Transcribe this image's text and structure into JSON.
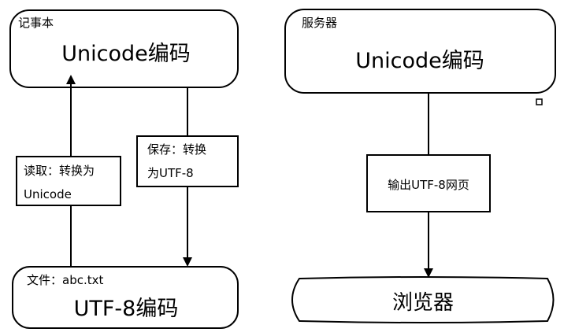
{
  "left": {
    "notepad": {
      "title": "记事本",
      "content": "Unicode编码"
    },
    "file": {
      "title": "文件：abc.txt",
      "content": "UTF-8编码"
    },
    "read_label": {
      "line1": "读取：转换为",
      "line2": "Unicode"
    },
    "save_label": {
      "line1": "保存：转换",
      "line2": "为UTF-8"
    }
  },
  "right": {
    "server": {
      "title": "服务器",
      "content": "Unicode编码"
    },
    "output_label": "输出UTF-8网页",
    "browser": "浏览器"
  }
}
